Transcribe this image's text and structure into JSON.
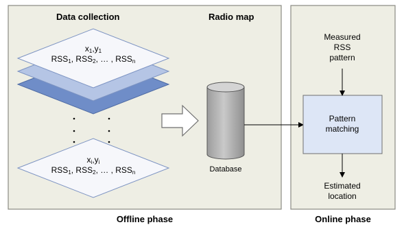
{
  "offline": {
    "title_left": "Data collection",
    "title_right": "Radio map",
    "phase_label": "Offline phase",
    "entry_top": {
      "coord": {
        "x": "x",
        "x_sub": "1",
        "sep": ",",
        "y": "y",
        "y_sub": "1"
      },
      "rss": {
        "p1": "RSS",
        "s1": "1",
        "p2": ", RSS",
        "s2": "2",
        "p3": ", … , RSS",
        "s3": "n"
      }
    },
    "entry_bottom": {
      "coord": {
        "x": "x",
        "x_sub": "i",
        "sep": ",",
        "y": "y",
        "y_sub": "i"
      },
      "rss": {
        "p1": "RSS",
        "s1": "1",
        "p2": ", RSS",
        "s2": "2",
        "p3": ", … , RSS",
        "s3": "n"
      }
    },
    "database_label": "Database"
  },
  "online": {
    "phase_label": "Online phase",
    "measured": "Measured\nRSS\npattern",
    "matching": "Pattern\nmatching",
    "estimated": "Estimated\nlocation"
  },
  "colors": {
    "panel_fill": "#eeeee4",
    "panel_stroke": "#8a8a82",
    "layer_top": "#f6f7fb",
    "layer_mid": "#b5c5e5",
    "layer_back": "#6f8dc8",
    "cylinder": "#b7b7b7",
    "box_fill": "#dde6f6"
  }
}
